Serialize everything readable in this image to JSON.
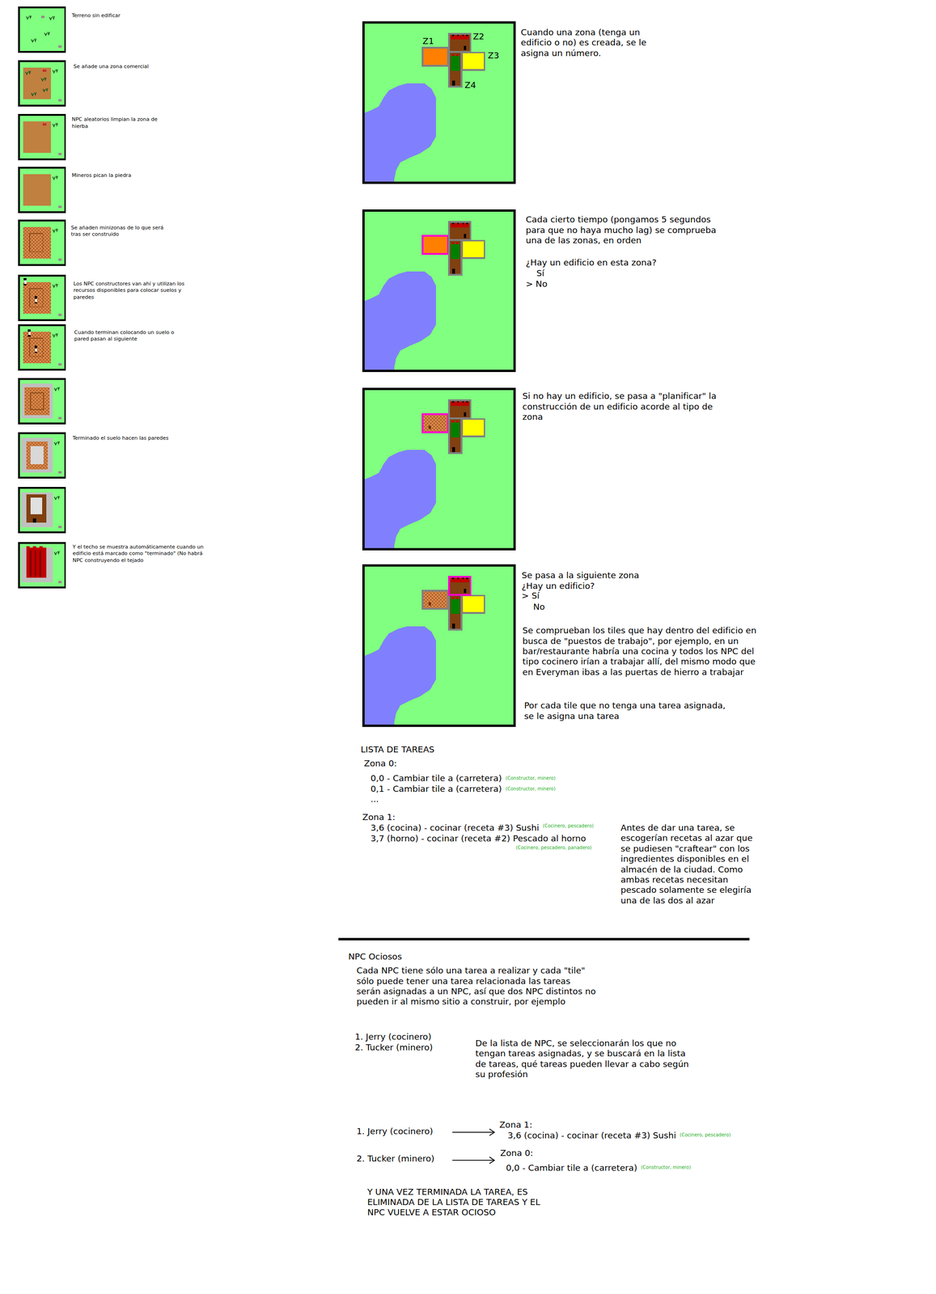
{
  "diagram": {
    "labels": [
      "Terreno sin edificar",
      "Se añade una zona comercial",
      "NPC aleatorios limpian la zona de hierba",
      "Mineros pican la piedra",
      "Se añaden minizonas de lo que será tras ser construido",
      "Los NPC constructores van ahí y utilizan los recursos disponibles para colocar suelos y paredes",
      "Cuando terminan colocando un suelo o pared pasan al siguiente",
      "Terminado el suelo hacen las paredes",
      "Y el techo se muestra automáticamente cuando un edificio está marcado como \"terminado\" (No habrá NPC construyendo el tejado",
      "Z1",
      "Z2",
      "Z3",
      "Z4",
      "Cuando una zona (tenga un edificio o no) es creada, se le asigna un número.",
      "Cada cierto tiempo (pongamos 5 segundos para que no haya mucho lag) se comprueba una de las zonas, en orden",
      "¿Hay un edificio en esta zona?",
      "Sí",
      "> No",
      "Si no hay un edificio, se pasa a \"planificar\" la construcción de un edificio acorde al tipo de zona",
      "Se pasa a la siguiente zona",
      "¿Hay un edificio?",
      "> Sí",
      "No",
      "Se comprueban los tiles que hay dentro del edificio en busca de \"puestos de trabajo\", por ejemplo, en un bar/restaurante habría una cocina y todos los NPC del tipo cocinero irían a trabajar allí, del mismo modo que en Everyman ibas a las puertas de hierro a trabajar",
      "Por cada tile que no tenga una tarea asignada, se le asigna una tarea",
      "LISTA DE TAREAS",
      "Zona 0:",
      "0,0 - Cambiar tile a (carretera)",
      "(Constructor, minero)",
      "0,1 - Cambiar tile a (carretera)",
      "(Constructor, minero)",
      "...",
      "Zona 1:",
      "3,6 (cocina) - cocinar (receta #3) Sushi",
      "(Cocinero, pescadero)",
      "3,7 (horno) - cocinar (receta #2) Pescado al horno",
      "(Cocinero, pescadero, panadero)",
      "Antes de dar una tarea, se escogerían recetas al azar que se pudiesen \"craftear\" con los ingredientes disponibles en el almacén de la ciudad. Como ambas recetas necesitan pescado solamente se elegiría una de las dos al azar",
      "NPC Ociosos",
      "Cada NPC tiene sólo una tarea a realizar y cada \"tile\" sólo puede tener una tarea relacionada las tareas serán asignadas a un NPC, así que dos NPC distintos no pueden ir al mismo sitio a construir, por ejemplo",
      "1. Jerry (cocinero)",
      "2. Tucker (minero)",
      "De la lista de NPC, se seleccionarán los que no tengan tareas asignadas, y se buscará en la lista de tareas, qué tareas pueden llevar a cabo según su profesión",
      "1. Jerry (cocinero)",
      "Zona 1:",
      "3,6 (cocina) - cocinar (receta #3) Sushi",
      "(Cocinero, pescadero)",
      "2. Tucker (minero)",
      "Zona 0:",
      "0,0 - Cambiar tile a (carretera)",
      "(Constructor, minero)",
      "Y UNA VEZ TERMINADA LA TAREA, ES ELIMINADA DE LA LISTA DE TAREAS Y EL NPC VUELVE A ESTAR OCIOSO"
    ]
  }
}
